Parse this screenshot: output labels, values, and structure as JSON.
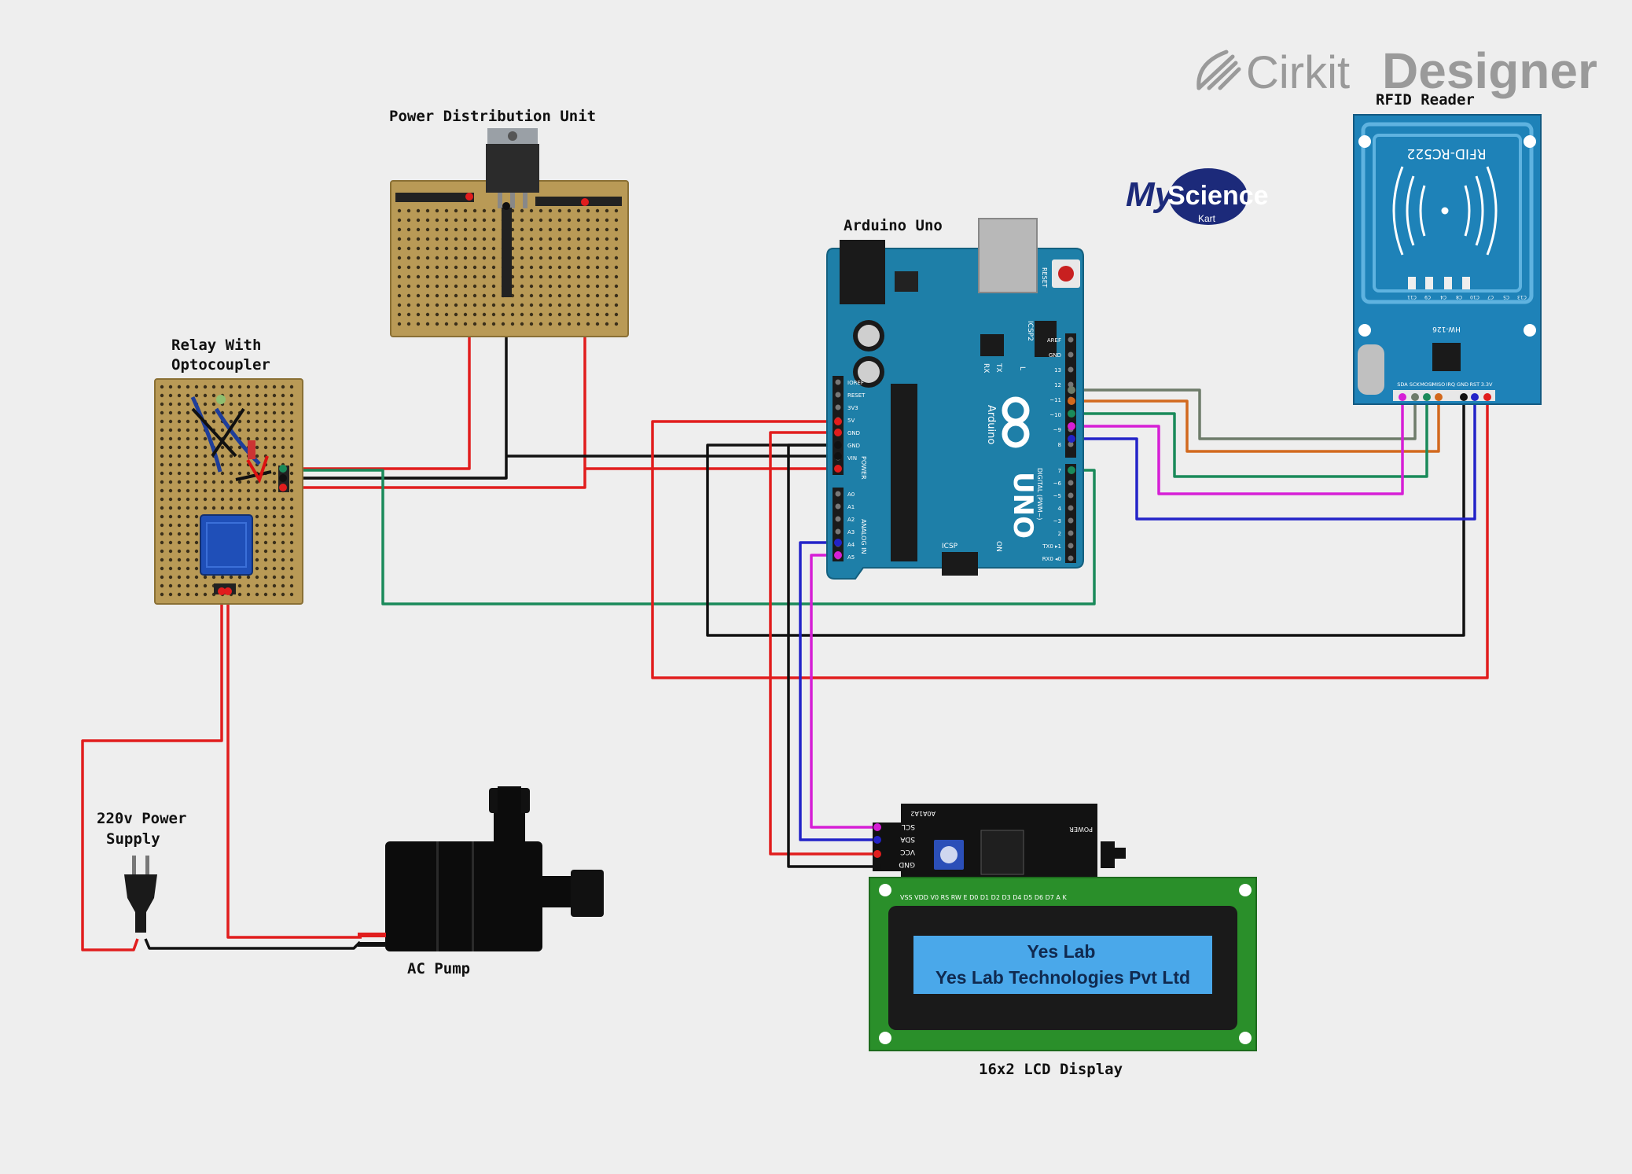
{
  "brand": {
    "prefix": "Cirkit",
    "suffix": "Designer"
  },
  "logo": {
    "my": "My",
    "science": "Science",
    "kart": "Kart"
  },
  "labels": {
    "pdu": "Power Distribution Unit",
    "arduino": "Arduino Uno",
    "rfid": "RFID Reader",
    "relay_line1": "Relay With",
    "relay_line2": "Optocoupler",
    "power_line1": "220v Power",
    "power_line2": "Supply",
    "pump": "AC Pump",
    "lcd": "16x2 LCD Display"
  },
  "arduino": {
    "model": "UNO",
    "brand": "Arduino",
    "reset": "RESET",
    "icsp2": "ICSP2",
    "icsp": "ICSP",
    "on": "ON",
    "tx": "TX",
    "rx": "RX",
    "l": "L",
    "power_label": "POWER",
    "analog_label": "ANALOG IN",
    "digital_label": "DIGITAL (PWM~)",
    "power_pins": [
      "IOREF",
      "RESET",
      "3V3",
      "5V",
      "GND",
      "GND",
      "VIN"
    ],
    "analog_pins": [
      "A0",
      "A1",
      "A2",
      "A3",
      "A4",
      "A5"
    ],
    "digital_top": [
      "AREF",
      "GND",
      "13",
      "12",
      "~11",
      "~10",
      "~9",
      "8"
    ],
    "digital_bottom": [
      "7",
      "~6",
      "~5",
      "4",
      "~3",
      "2",
      "TX0 ▸1",
      "RX0 ◂0"
    ]
  },
  "rfid": {
    "chip": "RFID-RC522",
    "board": "HW-126",
    "pins": [
      "SDA",
      "SCK",
      "MOSI",
      "MISO",
      "IRQ",
      "GND",
      "RST",
      "3.3V"
    ],
    "components": [
      "C11",
      "C9",
      "C4",
      "C8",
      "C10",
      "C7",
      "C5",
      "C13"
    ]
  },
  "lcd": {
    "line1": "Yes Lab",
    "line2": "Yes Lab Technologies Pvt Ltd",
    "i2c_pins": [
      "SCL",
      "SDA",
      "VCC",
      "GND"
    ],
    "i2c_top": "A0A1A2",
    "i2c_power": "POWER",
    "header_pins": "VSS VDD V0 RS RW E D0 D1 D2 D3 D4 D5 D6 D7 A K"
  },
  "colors": {
    "background": "#eeeeee",
    "wire_red": "#e11d1d",
    "wire_black": "#111111",
    "wire_green": "#1a8a5a",
    "wire_orange": "#d2691e",
    "wire_gray": "#6e7c6a",
    "wire_magenta": "#d61fd6",
    "wire_blue": "#2323c8",
    "arduino_board": "#1e7fa8",
    "rfid_board": "#1e82b8",
    "lcd_green": "#2a8f2a",
    "lcd_screen": "#4aa8ea",
    "perfboard": "#b99a56"
  },
  "icons": {
    "brand": "cirkit-leaf-icon",
    "plug": "power-plug-icon",
    "pump": "pump-icon",
    "antenna": "rfid-antenna-icon"
  }
}
